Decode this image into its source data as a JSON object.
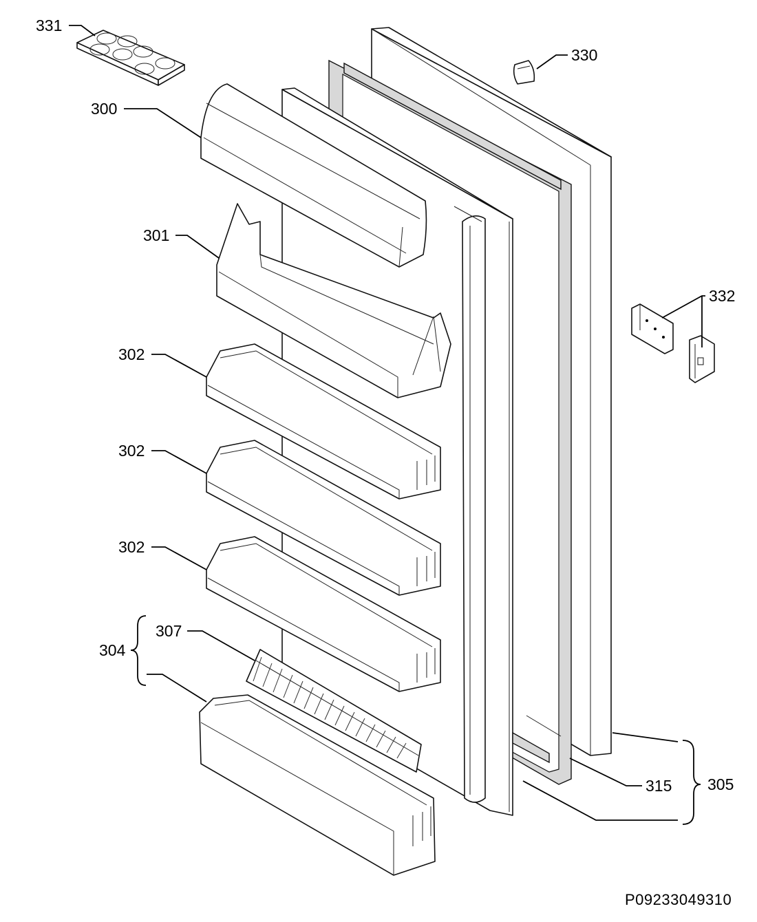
{
  "diagram": {
    "labels": {
      "l331": "331",
      "l330": "330",
      "l300": "300",
      "l301": "301",
      "l332": "332",
      "l302a": "302",
      "l302b": "302",
      "l302c": "302",
      "l307": "307",
      "l304": "304",
      "l315": "315",
      "l305": "305"
    },
    "footer_code": "P09233049310"
  }
}
